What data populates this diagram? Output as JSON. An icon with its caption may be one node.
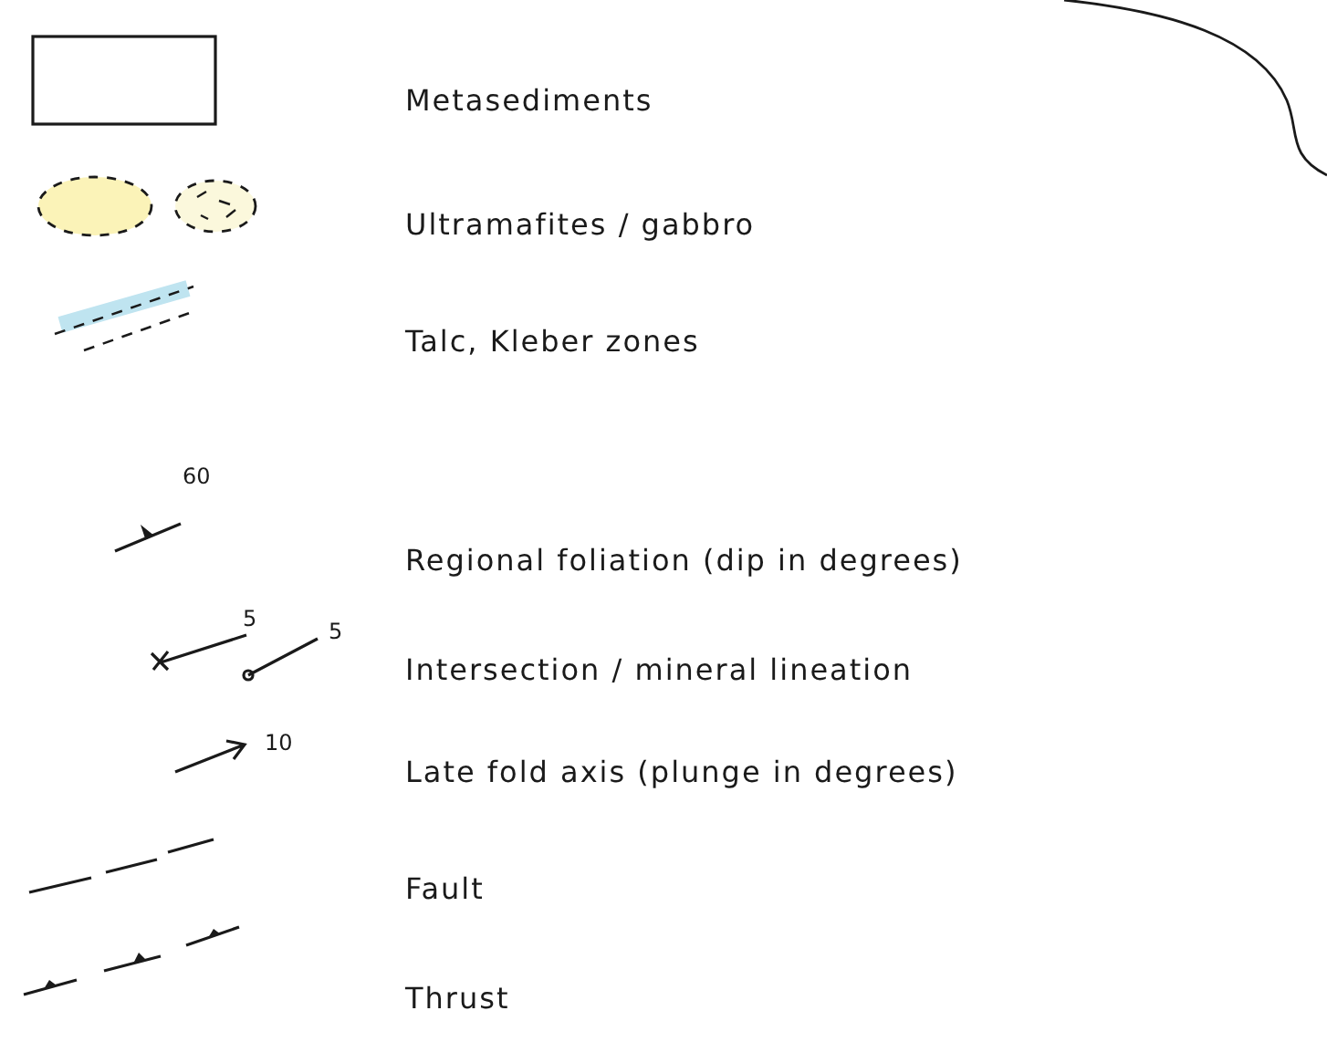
{
  "diagram": {
    "labels": [
      "60",
      "5",
      "5",
      "10"
    ],
    "legend": [
      {
        "text": "Metasediments"
      },
      {
        "text": "Ultramafites / gabbro"
      },
      {
        "text": "Talc, Kleber zones"
      },
      {
        "text": "Regional foliation (dip in degrees)"
      },
      {
        "text": "Intersection / mineral lineation"
      },
      {
        "text": "Late fold axis (plunge in degrees)"
      },
      {
        "text": "Fault"
      },
      {
        "text": "Thrust"
      }
    ]
  }
}
